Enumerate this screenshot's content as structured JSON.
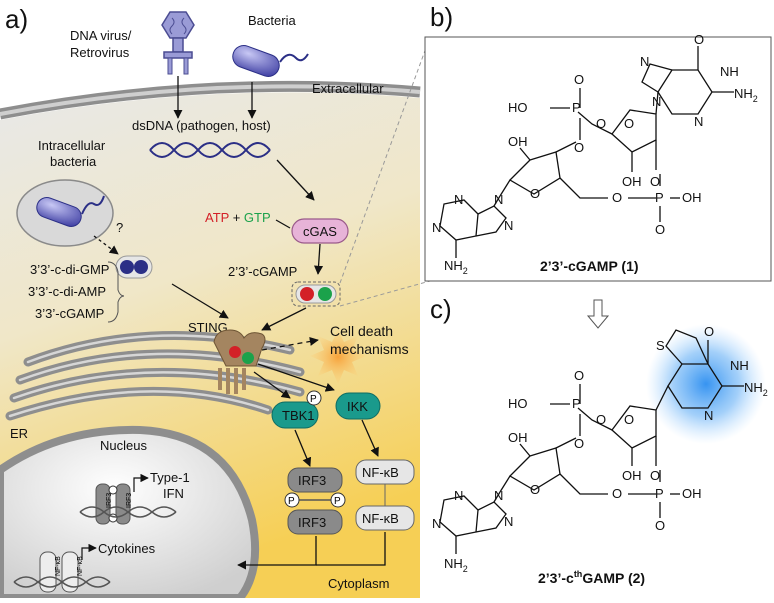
{
  "panels": {
    "a": "a)",
    "b": "b)",
    "c": "c)"
  },
  "left": {
    "dna_virus": [
      "DNA virus/",
      "Retrovirus"
    ],
    "bacteria": "Bacteria",
    "extracellular": "Extracellular",
    "intracellular_bacteria": [
      "Intracellular",
      "bacteria"
    ],
    "question": "?",
    "dsdna": "dsDNA (pathogen, host)",
    "atp": "ATP",
    "plus": " + ",
    "gtp": "GTP",
    "cgas": "cGAS",
    "cdns": [
      "3’3’-c-di-GMP",
      "3’3’-c-di-AMP",
      "3’3’-cGAMP"
    ],
    "cgamp": "2’3’-cGAMP",
    "sting": "STING",
    "cell_death": [
      "Cell death",
      "mechanisms"
    ],
    "er": "ER",
    "tbk1": "TBK1",
    "p": "P",
    "ikk": "IKK",
    "nucleus": "Nucleus",
    "irf3": "IRF3",
    "nfkb": "NF-κB",
    "type1": [
      "Type-1",
      "IFN"
    ],
    "cytokines": "Cytokines",
    "cytoplasm": "Cytoplasm"
  },
  "chem": {
    "title1": "2’3’-cGAMP (1)",
    "title2_pre": "2’3’-c",
    "title2_sup": "th",
    "title2_post": "GAMP (2)",
    "O": "O",
    "OH": "OH",
    "HO": "HO",
    "P": "P",
    "N": "N",
    "NH": "NH",
    "NH2": "NH",
    "NH2_sub": "2",
    "S": "S"
  },
  "colors": {
    "teal": "#1a9a8c",
    "cgas": "#e7b3d8",
    "cytoplasm": "#f4d57a",
    "membrane": "#9a9a9a",
    "red": "#d32027",
    "green": "#1ba24b",
    "blue": "#2b2f86"
  }
}
